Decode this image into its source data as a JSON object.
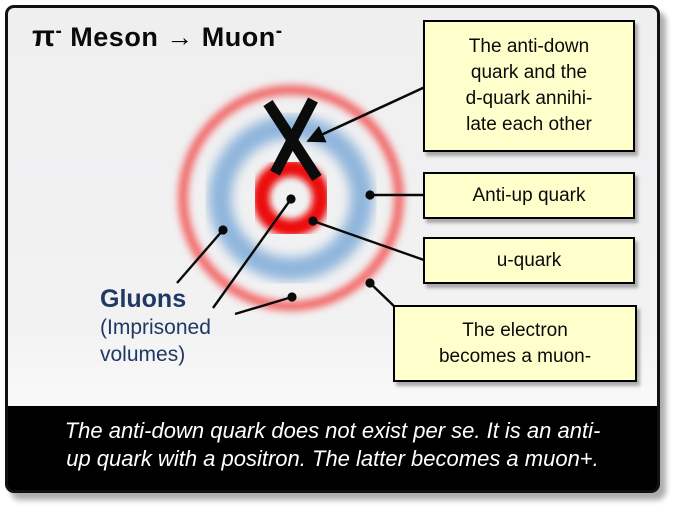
{
  "title": {
    "pi": "π",
    "pi_sup": "-",
    "body": " Meson → Muon",
    "sup": "-"
  },
  "gluons": {
    "label": "Gluons",
    "sub_line1": "(Imprisoned",
    "sub_line2": "volumes)"
  },
  "callouts": [
    {
      "lines": [
        "The anti-down",
        "quark and the",
        "d-quark annihi-",
        "late each other"
      ]
    },
    {
      "lines": [
        "Anti-up quark"
      ]
    },
    {
      "lines": [
        "u-quark"
      ]
    },
    {
      "lines": [
        "The electron",
        "becomes a muon-"
      ]
    }
  ],
  "footer": {
    "line1": "The anti-down quark does not exist per se. It is an anti-",
    "line2": "up quark with a positron. The latter becomes a muon+."
  },
  "colors": {
    "ring_inner": "#ec0b0b",
    "ring_blue": "#8fb5dc",
    "ring_outer": "#f25c5c",
    "callout_fill": "#ffffcc",
    "navy_text": "#1f3864",
    "footer_bg": "#000000",
    "panel_bg": "#f0f0f1"
  }
}
